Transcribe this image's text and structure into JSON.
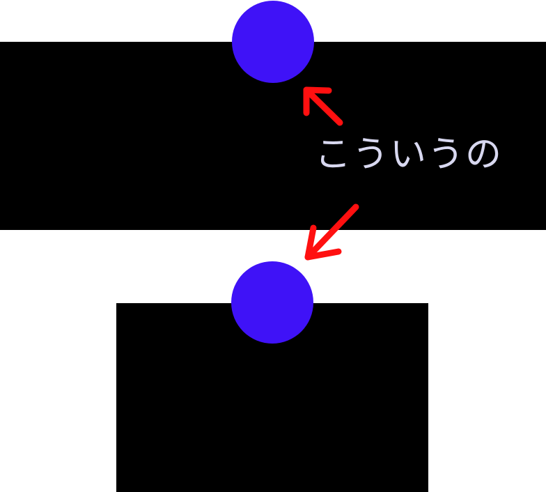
{
  "caption": "こういうの",
  "colors": {
    "background": "#ffffff",
    "block": "#000000",
    "dot": "#3f12f7",
    "arrow": "#ff1010",
    "caption": "#d8d8f0"
  },
  "shapes": {
    "blocks": [
      "top-band",
      "bottom-block"
    ],
    "dots": [
      "dot-top",
      "dot-bottom"
    ],
    "arrows": [
      "arrow-to-top-dot",
      "arrow-to-bottom-dot"
    ]
  }
}
